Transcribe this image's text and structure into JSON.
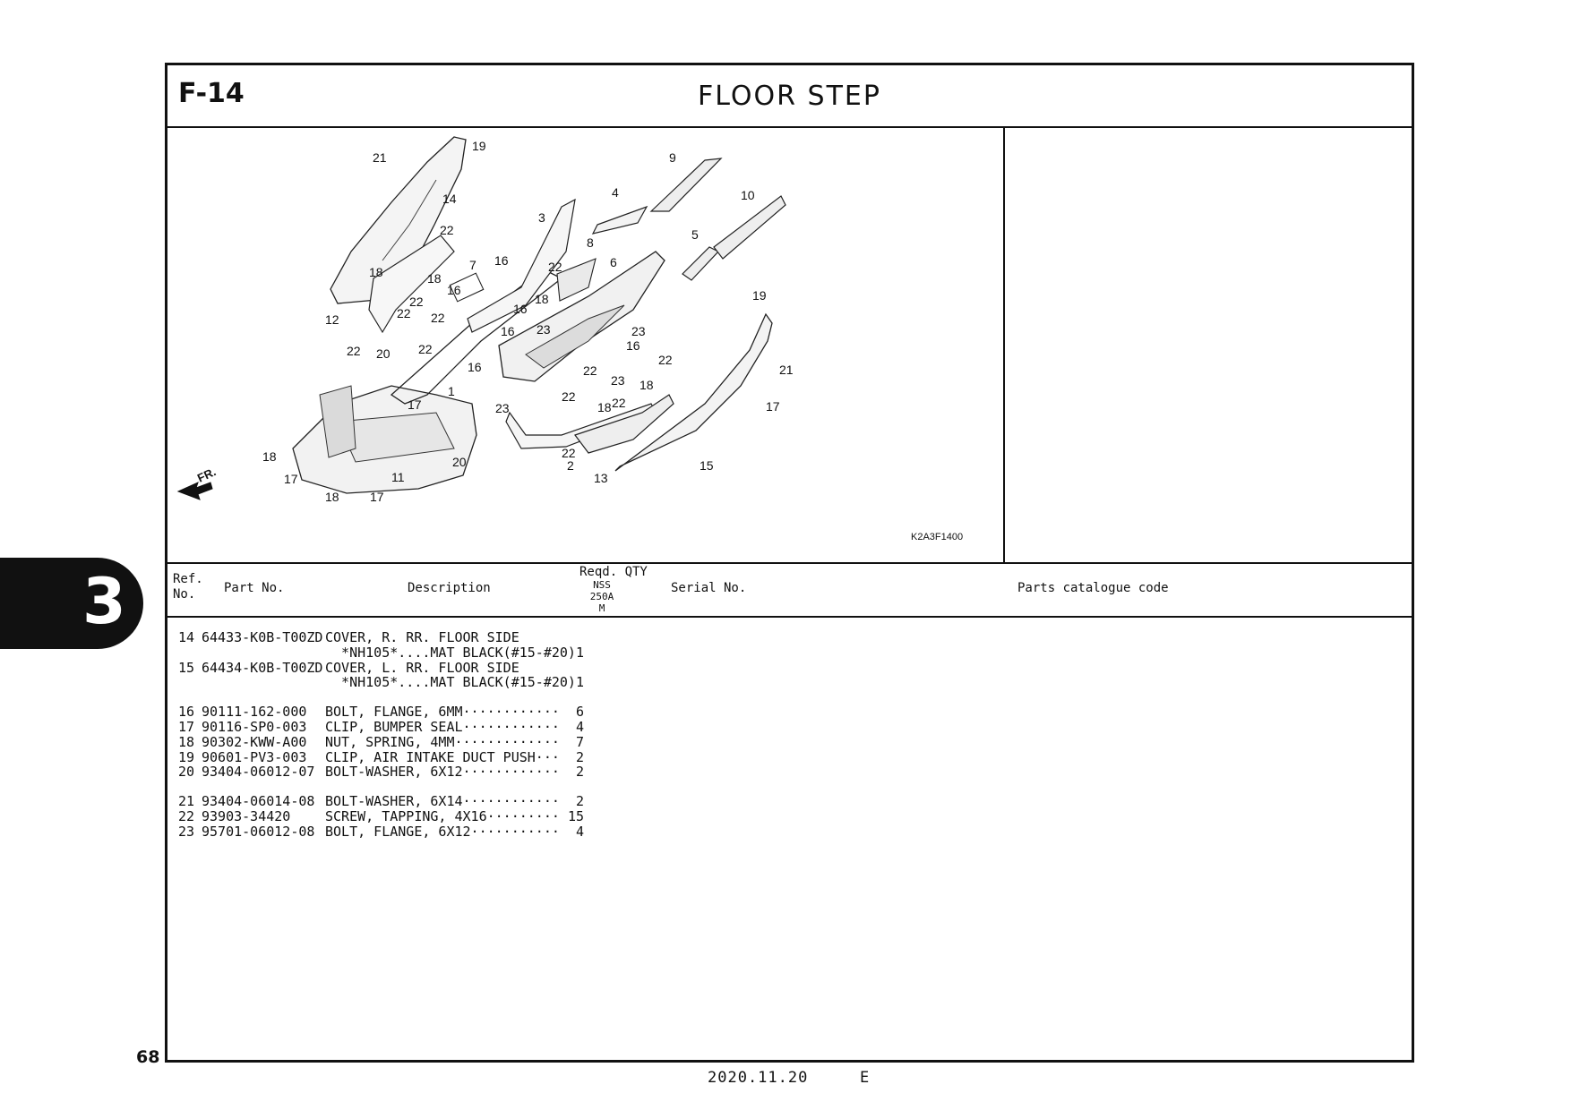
{
  "header": {
    "section_code": "F-14",
    "title": "FLOOR STEP"
  },
  "diagram": {
    "figure_code": "K2A3F1400",
    "front_marker": "FR.",
    "callouts": [
      "21",
      "19",
      "14",
      "9",
      "4",
      "10",
      "3",
      "22",
      "8",
      "5",
      "6",
      "7",
      "16",
      "22",
      "18",
      "18",
      "16",
      "22",
      "16",
      "18",
      "19",
      "12",
      "22",
      "22",
      "16",
      "23",
      "22",
      "20",
      "22",
      "23",
      "16",
      "16",
      "22",
      "21",
      "22",
      "23",
      "18",
      "1",
      "17",
      "23",
      "22",
      "18",
      "22",
      "17",
      "18",
      "20",
      "2",
      "22",
      "15",
      "11",
      "13",
      "17",
      "18",
      "17"
    ]
  },
  "table": {
    "headers": {
      "ref_no": "Ref.\nNo.",
      "part_no": "Part No.",
      "description": "Description",
      "reqd_qty": "Reqd. QTY",
      "qty_model": "NSS\n250A\nM",
      "serial_no": "Serial No.",
      "catalogue_code": "Parts catalogue code"
    },
    "groups": [
      [
        {
          "ref": "14",
          "part": "64433-K0B-T00ZD",
          "desc": "COVER, R. RR. FLOOR SIDE",
          "qty": ""
        },
        {
          "ref": "",
          "part": "",
          "desc": "  *NH105*....MAT BLACK(#15-#20)",
          "qty": "1"
        },
        {
          "ref": "15",
          "part": "64434-K0B-T00ZD",
          "desc": "COVER, L. RR. FLOOR SIDE",
          "qty": ""
        },
        {
          "ref": "",
          "part": "",
          "desc": "  *NH105*....MAT BLACK(#15-#20)",
          "qty": "1"
        }
      ],
      [
        {
          "ref": "16",
          "part": "90111-162-000",
          "desc": "BOLT, FLANGE, 6MM············",
          "qty": "6"
        },
        {
          "ref": "17",
          "part": "90116-SP0-003",
          "desc": "CLIP, BUMPER SEAL············",
          "qty": "4"
        },
        {
          "ref": "18",
          "part": "90302-KWW-A00",
          "desc": "NUT, SPRING, 4MM·············",
          "qty": "7"
        },
        {
          "ref": "19",
          "part": "90601-PV3-003",
          "desc": "CLIP, AIR INTAKE DUCT PUSH···",
          "qty": "2"
        },
        {
          "ref": "20",
          "part": "93404-06012-07",
          "desc": "BOLT-WASHER, 6X12············",
          "qty": "2"
        }
      ],
      [
        {
          "ref": "21",
          "part": "93404-06014-08",
          "desc": "BOLT-WASHER, 6X14············",
          "qty": "2"
        },
        {
          "ref": "22",
          "part": "93903-34420",
          "desc": "SCREW, TAPPING, 4X16·········",
          "qty": "15"
        },
        {
          "ref": "23",
          "part": "95701-06012-08",
          "desc": "BOLT, FLANGE, 6X12···········",
          "qty": "4"
        }
      ]
    ]
  },
  "side_tab": {
    "number": "3"
  },
  "footer": {
    "page_number": "68",
    "date": "2020.11.20",
    "edition": "E"
  }
}
